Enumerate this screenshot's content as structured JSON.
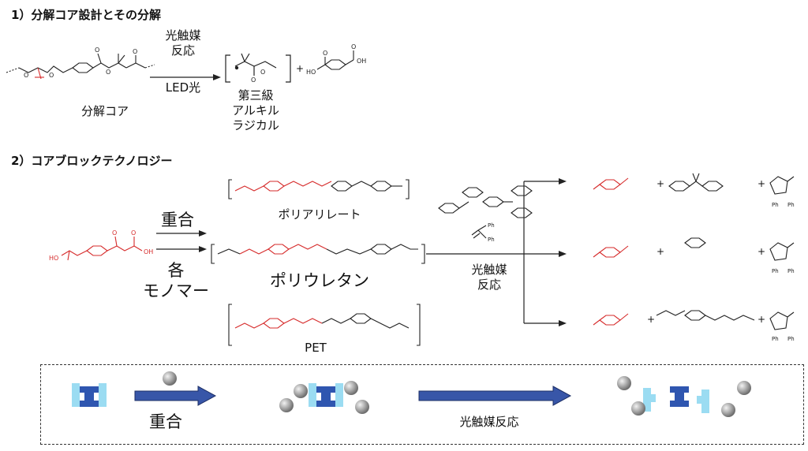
{
  "sections": {
    "s1_title": "1）分解コア設計とその分解",
    "s2_title": "2）コアブロックテクノロジー"
  },
  "s1": {
    "cond_top_1": "光触媒",
    "cond_top_2": "反応",
    "cond_bottom": "LED光",
    "core_label": "分解コア",
    "radical_1": "第三級",
    "radical_2": "アルキル",
    "radical_3": "ラジカル",
    "plus": "+"
  },
  "s2": {
    "arrow_top": "重合",
    "arrow_bottom_1": "各",
    "arrow_bottom_2": "モノマー",
    "polymer_1": "ポリアリレート",
    "polymer_2": "ポリウレタン",
    "polymer_3": "PET",
    "photo_1": "光触媒",
    "photo_2": "反応",
    "plus": "+"
  },
  "panel": {
    "step1": "重合",
    "step2": "光触媒反応"
  },
  "colors": {
    "red": "#d62b2b",
    "arrow_blue": "#3856a8",
    "block_dark": "#2f56b0",
    "block_light": "#9bdcf2",
    "sphere": "#9a9a9a"
  }
}
